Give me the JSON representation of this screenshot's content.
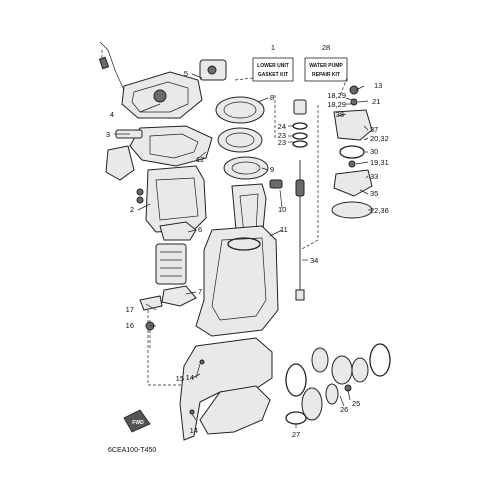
{
  "diagram": {
    "kit_boxes": {
      "lower_unit": {
        "number": "1",
        "line1": "LOWER UNIT",
        "line2": "GASKET KIT"
      },
      "water_pump": {
        "number": "28",
        "line1": "WATER PUMP",
        "line2": "REPAIR KIT"
      }
    },
    "callouts": {
      "c2": "2",
      "c3": "3",
      "c4": "4",
      "c5": "5",
      "c6": "6",
      "c7": "7",
      "c8": "8",
      "c9": "9",
      "c10": "10",
      "c11": "11",
      "c12": "12",
      "c13": "13",
      "c14a": "14",
      "c14b": "14",
      "c15": "15",
      "c16": "16",
      "c17": "17",
      "c18a": "18,29",
      "c18b": "18,29",
      "c19": "19,31",
      "c20": "20,32",
      "c21": "21",
      "c22": "22,36",
      "c23a": "23",
      "c23b": "23",
      "c24": "24",
      "c25": "25",
      "c26": "26",
      "c27": "27",
      "c30": "30",
      "c33": "33",
      "c34": "34",
      "c35": "35",
      "c37": "37",
      "c38": "38"
    },
    "fwd_label": "FWD",
    "code": "6CEA100-T450"
  }
}
